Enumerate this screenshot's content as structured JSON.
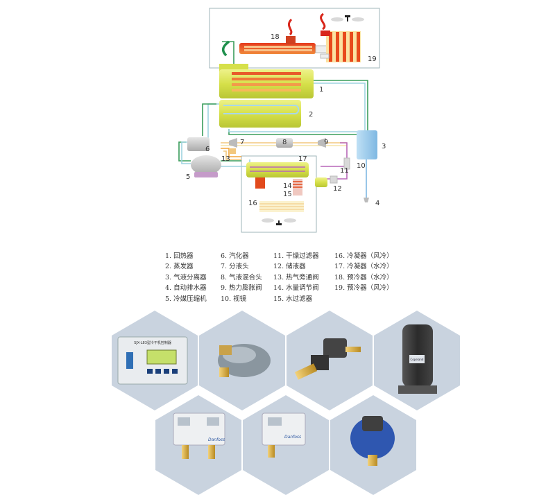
{
  "diagram": {
    "component_numbers": [
      "1",
      "2",
      "3",
      "4",
      "5",
      "6",
      "7",
      "8",
      "9",
      "10",
      "11",
      "12",
      "13",
      "14",
      "15",
      "16",
      "17",
      "18",
      "19"
    ]
  },
  "legend": {
    "columns": [
      [
        "1.  回热器",
        "2.  蒸发器",
        "3.  气液分离器",
        "4.  自动排水器",
        "5.  冷媒压缩机"
      ],
      [
        "6.  汽化器",
        "7.  分液头",
        "8.  气液混合头",
        "9.  热力膨胀阀",
        "10.   视镜"
      ],
      [
        "11.  干燥过滤器",
        "12.  储液器",
        "13.  热气旁通阀",
        "14.  水量调节阀",
        "15.  水过滤器"
      ],
      [
        "16.  冷凝器（风冷）",
        "17.  冷凝器（水冷）",
        "18.  预冷器（水冷）",
        "19.  预冷器（风冷）"
      ]
    ]
  },
  "gallery": {
    "tiles": [
      {
        "id": "controller",
        "panel_title": "SJX-L83型冷干机控制器"
      },
      {
        "id": "drain-valve"
      },
      {
        "id": "solenoid-valve"
      },
      {
        "id": "compressor",
        "brand_label": "Copeland"
      },
      {
        "id": "dual-pressure-switch",
        "brand_label": "Danfoss"
      },
      {
        "id": "pressure-switch",
        "brand_label": "Danfoss"
      },
      {
        "id": "auto-drain"
      }
    ],
    "colors": {
      "hexagon": "#c9d3df",
      "accent_yellow": "#d8e25a"
    }
  }
}
